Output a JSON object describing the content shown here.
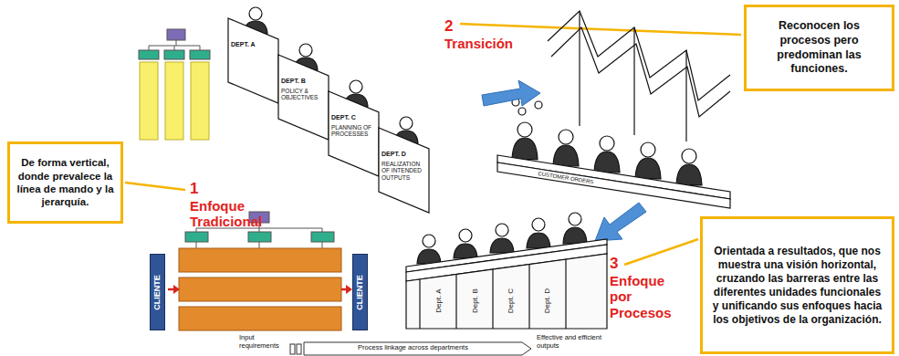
{
  "diagram": {
    "nodes": [
      {
        "text": [
          "De forma vertical, donde prevalece la línea de mando y la jerarquía."
        ]
      },
      {
        "text": [
          "Reconocen los procesos pero predominan las funciones."
        ]
      },
      {
        "text": [
          "CLIENTE"
        ]
      },
      {
        "text": [
          "CLIENTE"
        ]
      },
      {
        "text": [
          "Orientada a resultados, que nos muestra una visión horizontal, cruzando las barreras entre las diferentes unidades funcionales y unificando sus enfoques hacia los objetivos de la organización."
        ]
      }
    ],
    "labels": [
      "1",
      "Enfoque Tradicional",
      "2",
      "Transición",
      "3",
      "Enfoque por Procesos",
      "DEPT. A",
      "DEPT. B",
      "DEPT. C",
      "DEPT. D",
      "POLICY & OBJECTIVES",
      "PLANNING OF PROCESSES",
      "REALIZATION OF INTENDED OUTPUTS",
      "CUSTOMER ORDERS",
      "Dept. A",
      "Dept. B",
      "Dept. C",
      "Dept. D",
      "Input requirements",
      "Process linkage across departments",
      "Effective and efficient outputs"
    ]
  }
}
